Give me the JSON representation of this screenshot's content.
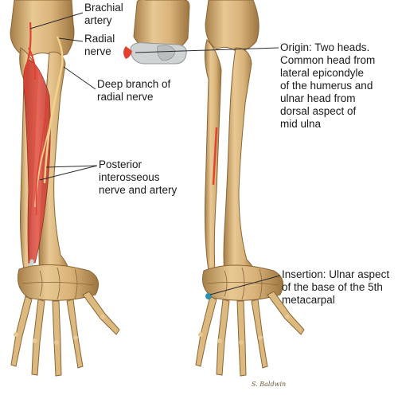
{
  "labels": {
    "brachial_artery_1": "Brachial",
    "brachial_artery_2": "artery",
    "radial_nerve_1": "Radial",
    "radial_nerve_2": "nerve",
    "deep_branch_1": "Deep branch of",
    "deep_branch_2": "radial nerve",
    "pin_1": "Posterior",
    "pin_2": "interosseous",
    "pin_3": "nerve and artery",
    "origin_1": "Origin: Two heads.",
    "origin_2": "Common head from",
    "origin_3": "lateral epicondyle",
    "origin_4": "of the humerus and",
    "origin_5": "ulnar head from",
    "origin_6": "dorsal aspect of",
    "origin_7": "mid ulna",
    "insertion_1": "Insertion: Ulnar aspect",
    "insertion_2": "of the base of the 5th",
    "insertion_3": "metacarpal",
    "signature": "S. Baldwin"
  },
  "colors": {
    "bone": "#d9b47a",
    "bone_shadow": "#a77f48",
    "muscle": "#d8473b",
    "nerve": "#f1d28a",
    "artery": "#e3402f",
    "cartilage": "#cfd3d3",
    "leader": "#2a2a2a"
  }
}
